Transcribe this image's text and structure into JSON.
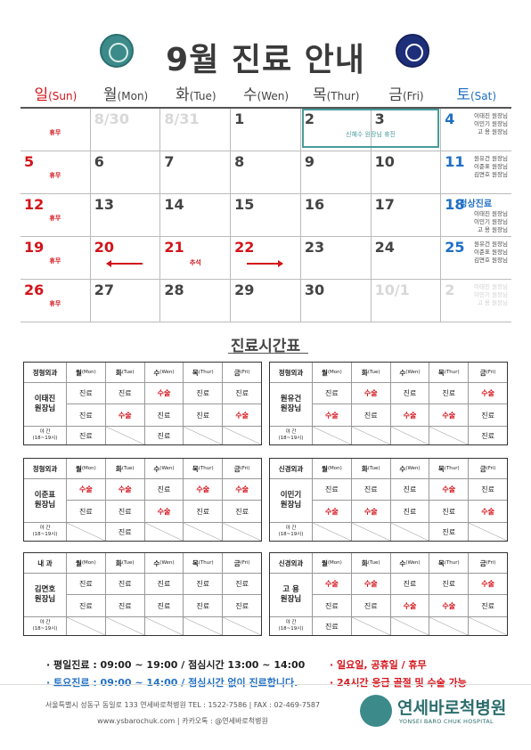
{
  "header": {
    "title": "9월 진료 안내"
  },
  "calendar": {
    "days": [
      {
        "k": "일",
        "e": "(Sun)"
      },
      {
        "k": "월",
        "e": "(Mon)"
      },
      {
        "k": "화",
        "e": "(Tue)"
      },
      {
        "k": "수",
        "e": "(Wen)"
      },
      {
        "k": "목",
        "e": "(Thur)"
      },
      {
        "k": "금",
        "e": "(Fri)"
      },
      {
        "k": "토",
        "e": "(Sat)"
      }
    ],
    "cells": [
      [
        "",
        "8/30",
        "8/31",
        "1",
        "2",
        "3",
        "4"
      ],
      [
        "5",
        "6",
        "7",
        "8",
        "9",
        "10",
        "11"
      ],
      [
        "12",
        "13",
        "14",
        "15",
        "16",
        "17",
        "18"
      ],
      [
        "19",
        "20",
        "21",
        "22",
        "23",
        "24",
        "25"
      ],
      [
        "26",
        "27",
        "28",
        "29",
        "30",
        "10/1",
        "2"
      ]
    ],
    "off_label": "휴무",
    "chuseok_label": "추석",
    "vacation_note": "신혜수 원장님 휴진",
    "sat_notes": {
      "w1": [
        "이태진 원장님",
        "이민기 원장님",
        "고  용 원장님"
      ],
      "w2": [
        "원유건 원장님",
        "이준표 원장님",
        "김면호 원장님"
      ],
      "w3": [
        "이태진 원장님",
        "이민기 원장님",
        "고  용 원장님"
      ],
      "w3_label": "정상진료",
      "w4": [
        "원유건 원장님",
        "이준표 원장님",
        "김면호 원장님"
      ],
      "w5": [
        "이태진 원장님",
        "이민기 원장님",
        "고  용 원장님"
      ]
    }
  },
  "schedule": {
    "title": "진료시간표",
    "weekdays": [
      {
        "k": "월",
        "e": "(Mon)"
      },
      {
        "k": "화",
        "e": "(Tue)"
      },
      {
        "k": "수",
        "e": "(Wen)"
      },
      {
        "k": "목",
        "e": "(Thur)"
      },
      {
        "k": "금",
        "e": "(Fri)"
      }
    ],
    "night_label": "야 간",
    "night_hours": "(18~19시)",
    "tables": [
      {
        "dept": "정형외과",
        "name": "이태진\n원장님",
        "r1": [
          "진료",
          "진료",
          "수술",
          "진료",
          "진료"
        ],
        "r2": [
          "진료",
          "수술",
          "진료",
          "진료",
          "수술"
        ],
        "night": [
          "진료",
          "",
          "진료",
          "",
          ""
        ]
      },
      {
        "dept": "정형외과",
        "name": "원유건\n원장님",
        "r1": [
          "진료",
          "수술",
          "진료",
          "진료",
          "수술"
        ],
        "r2": [
          "수술",
          "진료",
          "수술",
          "수술",
          "진료"
        ],
        "night": [
          "",
          "",
          "",
          "",
          "진료"
        ]
      },
      {
        "dept": "정형외과",
        "name": "이준표\n원장님",
        "r1": [
          "수술",
          "수술",
          "진료",
          "수술",
          "수술"
        ],
        "r2": [
          "진료",
          "진료",
          "수술",
          "진료",
          "진료"
        ],
        "night": [
          "",
          "진료",
          "",
          "",
          ""
        ]
      },
      {
        "dept": "신경외과",
        "name": "이민기\n원장님",
        "r1": [
          "진료",
          "진료",
          "진료",
          "수술",
          "진료"
        ],
        "r2": [
          "수술",
          "수술",
          "진료",
          "진료",
          "수술"
        ],
        "night": [
          "",
          "",
          "",
          "진료",
          ""
        ]
      },
      {
        "dept": "내  과",
        "name": "김면호\n원장님",
        "r1": [
          "진료",
          "진료",
          "진료",
          "진료",
          "진료"
        ],
        "r2": [
          "진료",
          "진료",
          "진료",
          "진료",
          "진료"
        ],
        "night": [
          "",
          "",
          "",
          "",
          ""
        ]
      },
      {
        "dept": "신경외과",
        "name": "고  용\n원장님",
        "r1": [
          "수술",
          "수술",
          "진료",
          "진료",
          "수술"
        ],
        "r2": [
          "진료",
          "진료",
          "수술",
          "수술",
          "진료"
        ],
        "night": [
          "진료",
          "",
          "",
          "",
          ""
        ]
      }
    ]
  },
  "notes": {
    "weekday": "· 평일진료 : 09:00 ~ 19:00 / 점심시간 13:00 ~ 14:00",
    "saturday": "· 토요진료 : 09:00 ~ 14:00 / 점심시간 없이 진료합니다.",
    "holiday": "· 일요일, 공휴일 / 휴무",
    "emergency": "· 24시간 응급 골절 및 수술 가능"
  },
  "footer": {
    "address": "서울특별시 성동구 동일로 133 연세바로척병원   TEL : 1522-7586  |  FAX : 02-469-7587",
    "web": "www.ysbarochuk.com  |  카카오톡 : @연세바로척병원",
    "brand": "연세바로척병원",
    "brand_en": "YONSEI BARO CHUK HOSPITAL"
  },
  "colors": {
    "red": "#d3131a",
    "blue": "#1f6fc4",
    "teal": "#3d8a8a"
  }
}
